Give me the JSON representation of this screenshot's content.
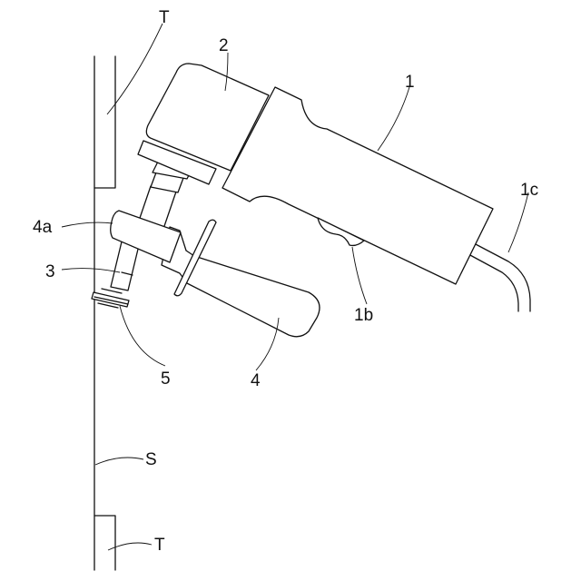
{
  "labels": {
    "tool_body": "1",
    "switch": "1b",
    "cord": "1c",
    "motor_head": "2",
    "shaft": "3",
    "handle": "4",
    "handle_ring": "4a",
    "cutter": "5",
    "wall_surface": "S",
    "upper_member": "T",
    "lower_member": "T"
  }
}
